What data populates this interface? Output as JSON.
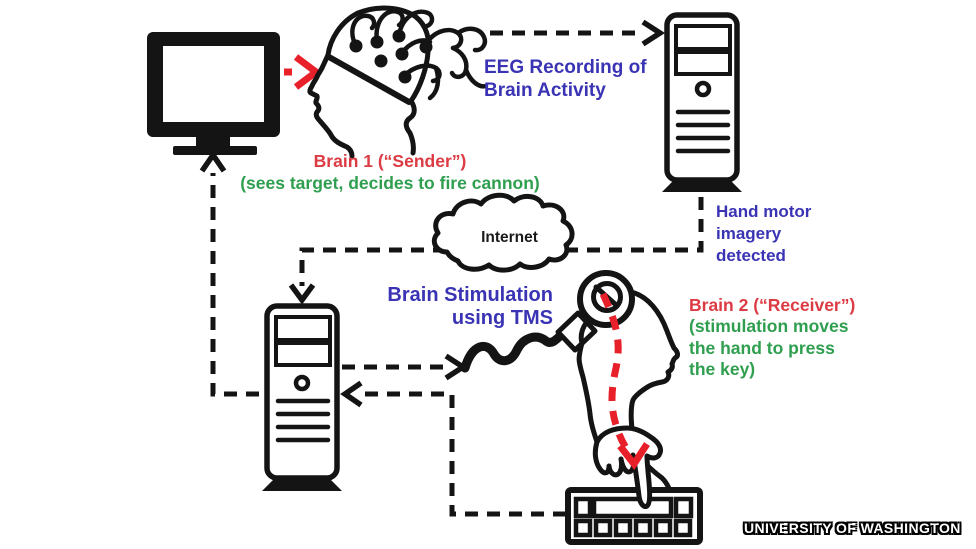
{
  "diagram": {
    "labels": {
      "eeg_recording": "EEG Recording of\nBrain Activity",
      "brain1_title": "Brain 1 (“Sender”)",
      "brain1_desc": "(sees target, decides to fire cannon)",
      "internet": "Internet",
      "brain_stimulation": "Brain Stimulation\nusing TMS",
      "hand_motor": "Hand motor\nimagery\ndetected",
      "brain2_title": "Brain 2 (“Receiver”)",
      "brain2_desc": "(stimulation moves\nthe hand to press\nthe key)",
      "watermark": "UNIVERSITY OF WASHINGTON"
    },
    "colors": {
      "label_blue": "#3a34b4",
      "label_red": "#dd3b43",
      "label_green": "#2f9f4f",
      "arrow_red": "#e8202a",
      "line_black": "#141414",
      "background": "#ffffff"
    },
    "icons": [
      "monitor-icon",
      "sender-head-icon",
      "eeg-electrodes-icon",
      "computer-tower-icon",
      "internet-cloud-icon",
      "tms-coil-icon",
      "receiver-head-icon",
      "hand-icon",
      "keyboard-icon"
    ]
  }
}
